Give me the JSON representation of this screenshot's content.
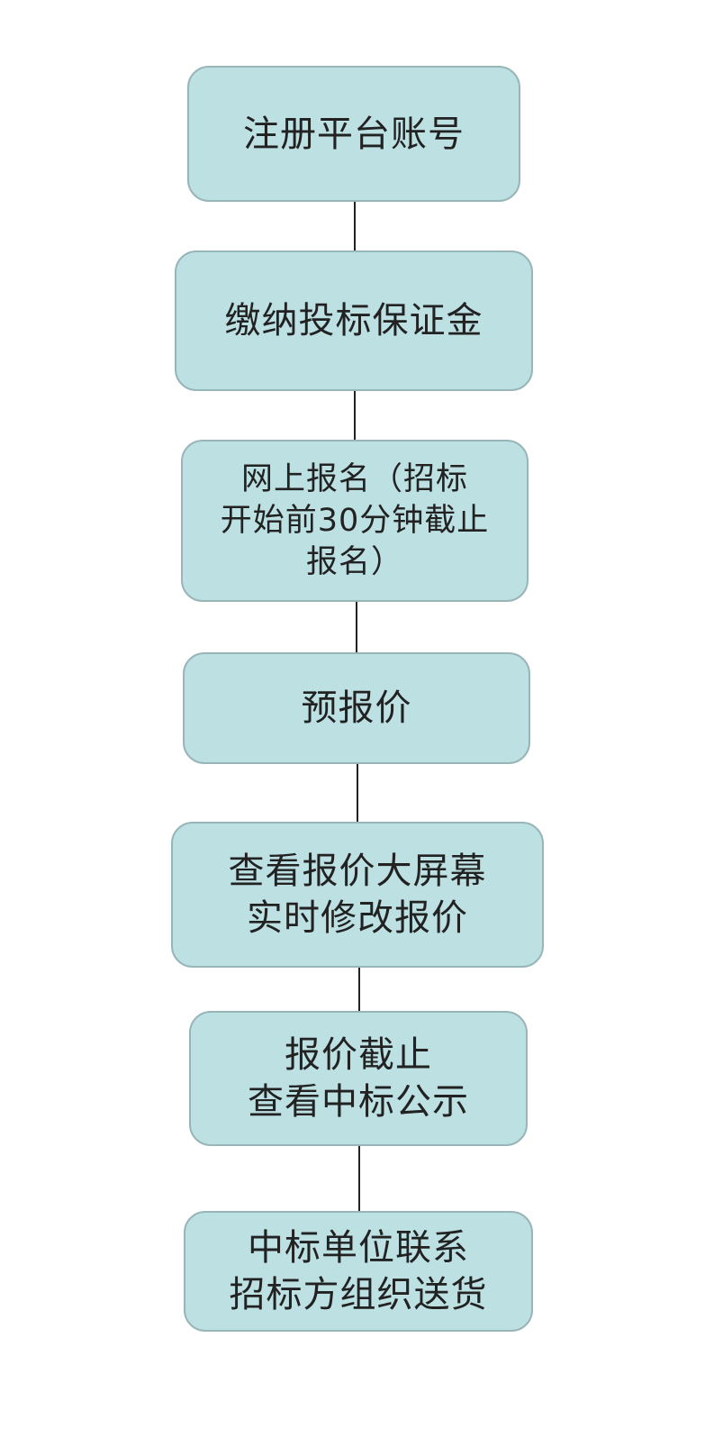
{
  "steps": [
    {
      "id": "register",
      "lines": [
        "注册平台账号"
      ]
    },
    {
      "id": "deposit",
      "lines": [
        "缴纳投标保证金"
      ]
    },
    {
      "id": "signup",
      "lines": [
        "网上报名（招标",
        "开始前30分钟截止",
        "报名）"
      ]
    },
    {
      "id": "prequote",
      "lines": [
        "预报价"
      ]
    },
    {
      "id": "screen",
      "lines": [
        "查看报价大屏幕",
        "实时修改报价"
      ]
    },
    {
      "id": "close",
      "lines": [
        "报价截止",
        "查看中标公示"
      ]
    },
    {
      "id": "delivery",
      "lines": [
        "中标单位联系",
        "招标方组织送货"
      ]
    }
  ],
  "colors": {
    "box_fill": "#bde0e3",
    "box_border": "#98b5b8",
    "connector": "#222222"
  }
}
